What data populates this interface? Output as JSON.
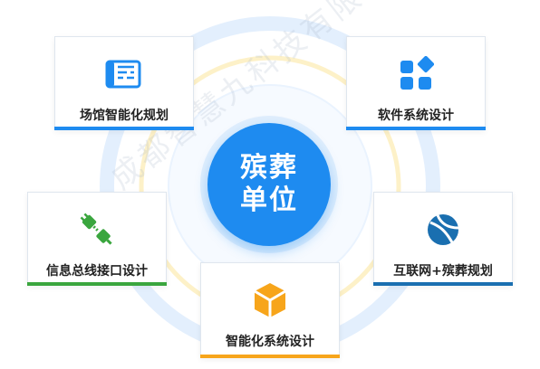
{
  "center": {
    "label": "殡葬单位"
  },
  "watermark": "成都智慧九科技有限公司",
  "colors": {
    "blue": "#1e8bf0",
    "green": "#3aa63e",
    "orange": "#f7a51b",
    "dark_blue": "#1a6fb0",
    "ring_blue": "#e3effd",
    "ring_yellow": "#fdf1c8"
  },
  "cards": {
    "venue": {
      "label": "场馆智能化规划",
      "icon": "blueprint-icon"
    },
    "software": {
      "label": "软件系统设计",
      "icon": "app-grid-icon"
    },
    "info": {
      "label": "信息总线接口设计",
      "icon": "plug-icon"
    },
    "internet": {
      "label": "互联网+殡葬规划",
      "icon": "globe-icon"
    },
    "smart": {
      "label": "智能化系统设计",
      "icon": "cube-icon"
    }
  }
}
